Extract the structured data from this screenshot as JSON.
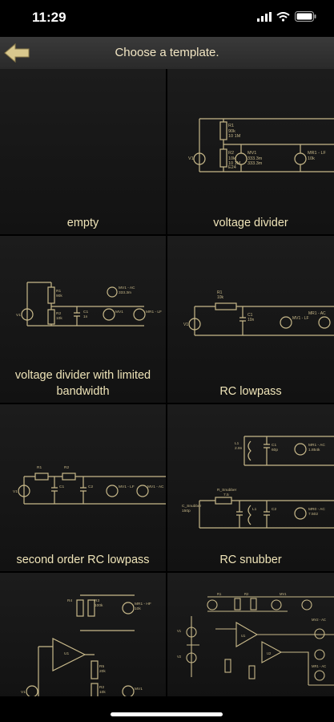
{
  "status_bar": {
    "time": "11:29"
  },
  "nav": {
    "title": "Choose a template."
  },
  "templates": [
    {
      "label": "empty"
    },
    {
      "label": "voltage divider"
    },
    {
      "label": "voltage divider with limited bandwidth"
    },
    {
      "label": "RC lowpass"
    },
    {
      "label": "second order RC lowpass"
    },
    {
      "label": "RC snubber"
    },
    {
      "label": ""
    },
    {
      "label": ""
    }
  ],
  "colors": {
    "accent": "#c8b98a",
    "caption": "#efe4b8",
    "background": "#000000"
  },
  "icons": {
    "back": "back-arrow-icon",
    "wifi": "wifi-icon",
    "battery": "battery-icon",
    "signal": "signal-icon"
  }
}
